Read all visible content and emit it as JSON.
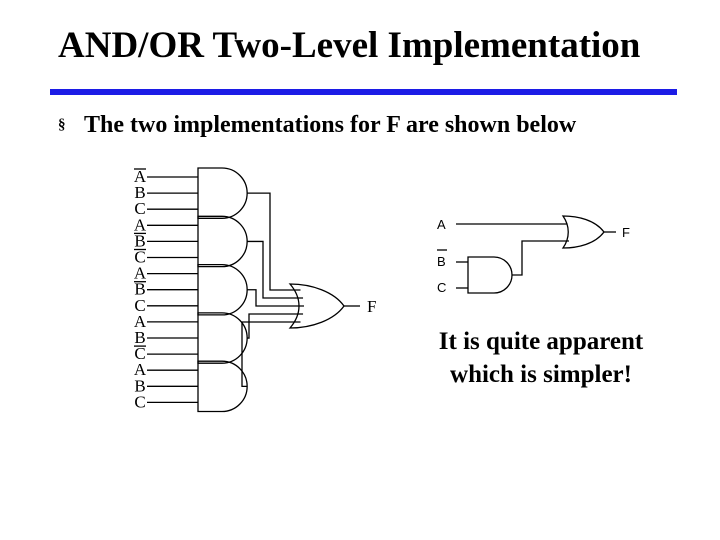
{
  "slide": {
    "title": "AND/OR Two-Level Implementation",
    "bullet_symbol": "§",
    "bullet_text": "The two implementations for F are shown below",
    "callout": "It is quite apparent which is simpler!"
  },
  "left_circuit": {
    "inputs": [
      {
        "label": "A",
        "inverted": true
      },
      {
        "label": "B",
        "inverted": false
      },
      {
        "label": "C",
        "inverted": false
      },
      {
        "label": "A",
        "inverted": false
      },
      {
        "label": "B",
        "inverted": true
      },
      {
        "label": "C",
        "inverted": true
      },
      {
        "label": "A",
        "inverted": false
      },
      {
        "label": "B",
        "inverted": true
      },
      {
        "label": "C",
        "inverted": false
      },
      {
        "label": "A",
        "inverted": false
      },
      {
        "label": "B",
        "inverted": false
      },
      {
        "label": "C",
        "inverted": true
      },
      {
        "label": "A",
        "inverted": false
      },
      {
        "label": "B",
        "inverted": false
      },
      {
        "label": "C",
        "inverted": false
      }
    ],
    "and_gate_count": 5,
    "output_label": "F"
  },
  "right_circuit": {
    "input_a": "A",
    "input_b": "B",
    "input_b_inverted": true,
    "input_c": "C",
    "output_label": "F"
  }
}
